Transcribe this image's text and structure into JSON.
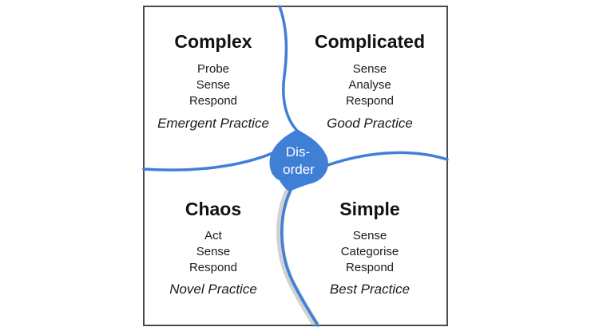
{
  "domains": [
    {
      "id": "complex",
      "title": "Complex",
      "steps": [
        "Probe",
        "Sense",
        "Respond"
      ],
      "practice": "Emergent Practice"
    },
    {
      "id": "complicated",
      "title": "Complicated",
      "steps": [
        "Sense",
        "Analyse",
        "Respond"
      ],
      "practice": "Good Practice"
    },
    {
      "id": "chaos",
      "title": "Chaos",
      "steps": [
        "Act",
        "Sense",
        "Respond"
      ],
      "practice": "Novel Practice"
    },
    {
      "id": "simple",
      "title": "Simple",
      "steps": [
        "Sense",
        "Categorise",
        "Respond"
      ],
      "practice": "Best Practice"
    }
  ],
  "center": {
    "line1": "Dis-",
    "line2": "order"
  },
  "colors": {
    "boundary": "#3f7fd6",
    "frame": "#4a4a4a"
  }
}
